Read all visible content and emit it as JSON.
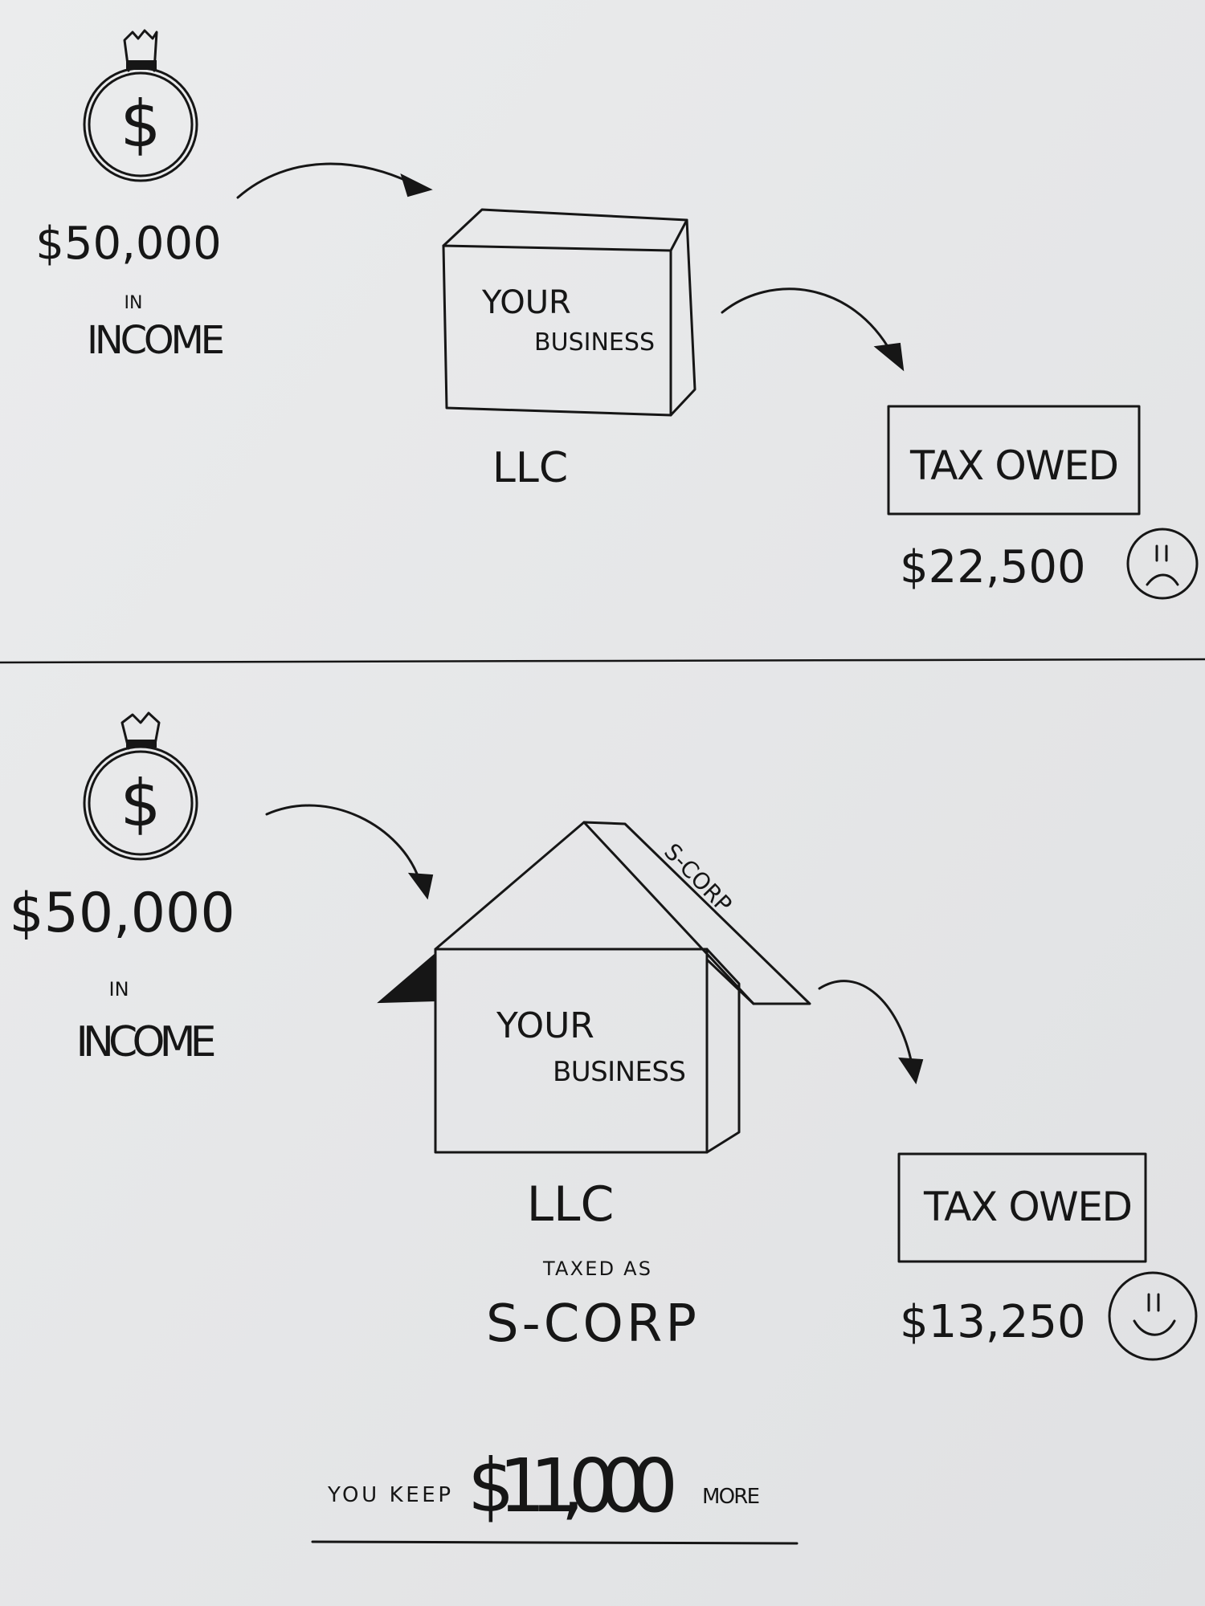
{
  "llc_scenario": {
    "income_amount": "$50,000",
    "income_in": "IN",
    "income_label": "INCOME",
    "business_line1": "YOUR",
    "business_line2": "BUSINESS",
    "entity_label": "LLC",
    "tax_box_label": "TAX OWED",
    "tax_amount": "$22,500",
    "money_bag_symbol": "$",
    "face": "frown-icon"
  },
  "scorp_scenario": {
    "income_amount": "$50,000",
    "income_in": "IN",
    "income_label": "INCOME",
    "roof_label": "S-CORP",
    "business_line1": "YOUR",
    "business_line2": "BUSINESS",
    "entity_label": "LLC",
    "taxed_as": "TAXED AS",
    "tax_status": "S-CORP",
    "tax_box_label": "TAX OWED",
    "tax_amount": "$13,250",
    "money_bag_symbol": "$",
    "face": "smile-icon"
  },
  "summary": {
    "prefix": "YOU KEEP",
    "amount": "$11,000",
    "suffix": "MORE"
  },
  "colors": {
    "paper": "#e6e7e8",
    "ink": "#161616"
  }
}
